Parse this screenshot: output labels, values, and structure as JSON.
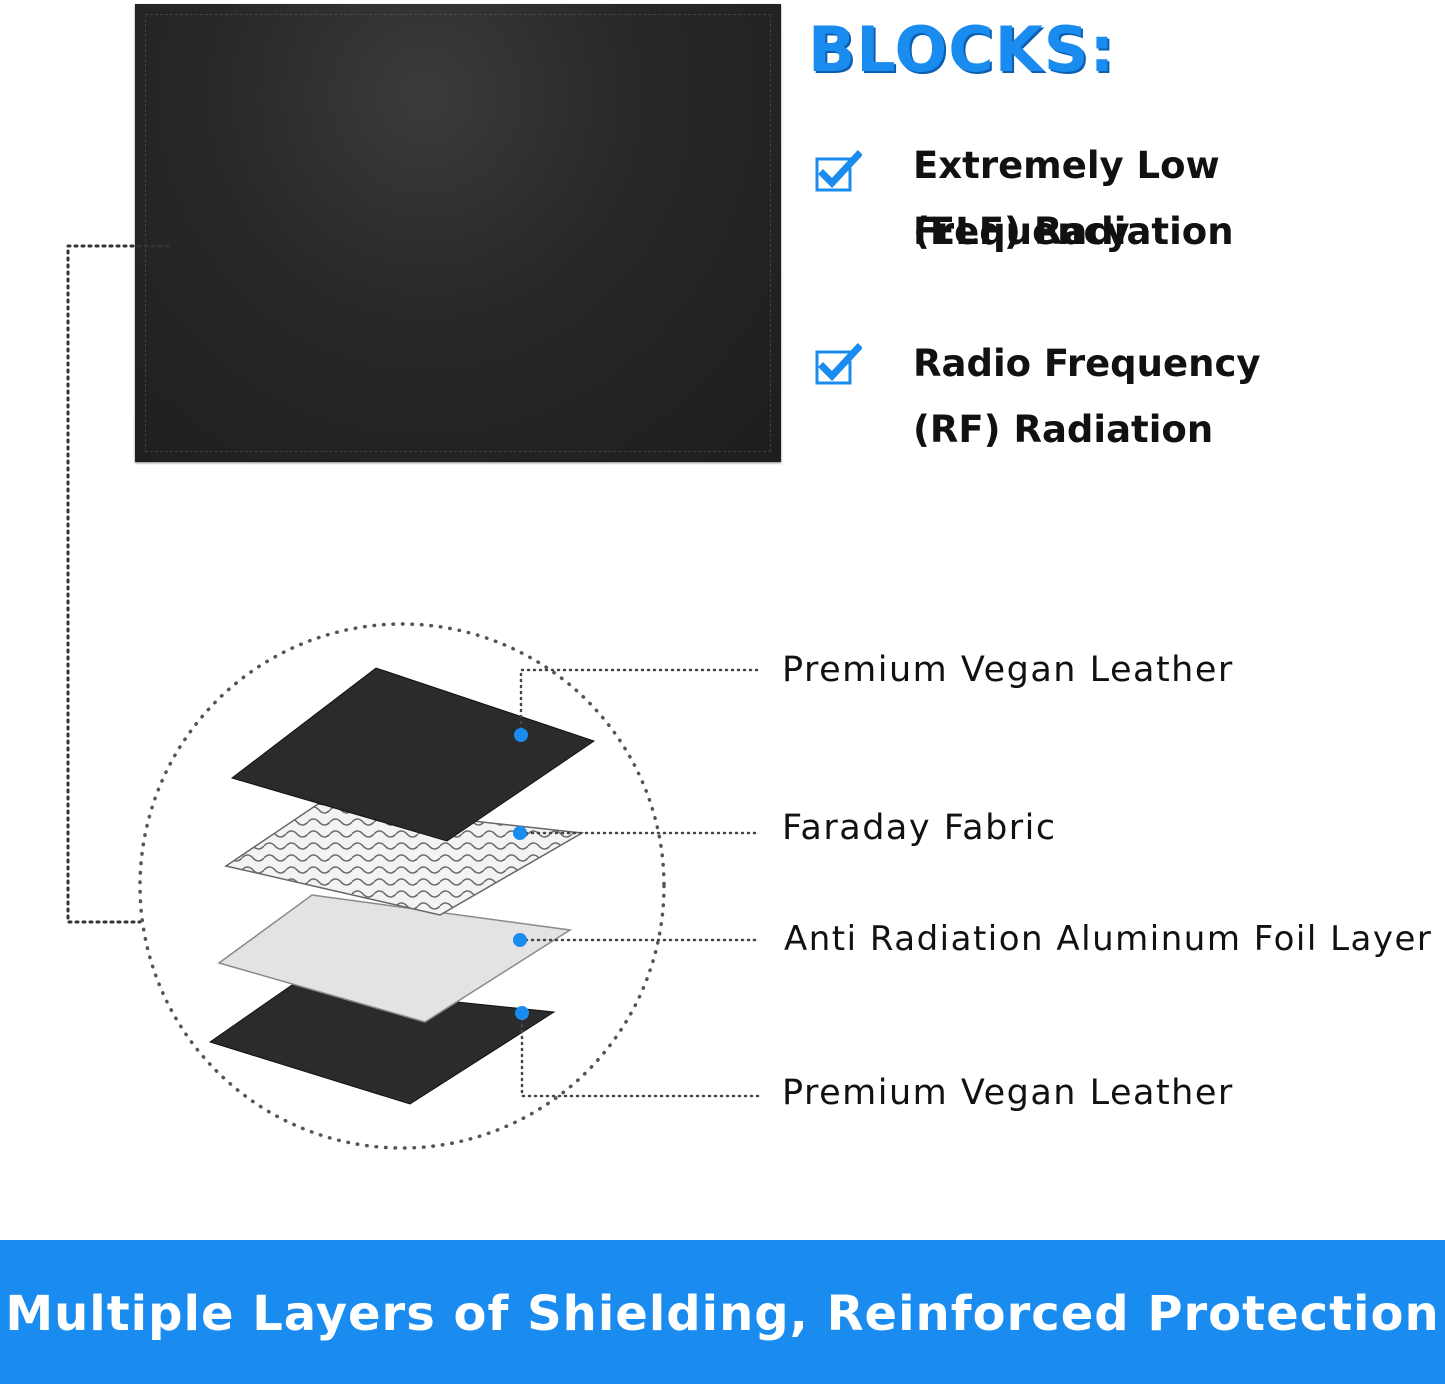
{
  "colors": {
    "accent_blue": "#1a8cf0",
    "leather_black": "#262728",
    "foil_gray": "#e2e2e2",
    "text_dark": "#111111"
  },
  "header": {
    "title": "BLOCKS:"
  },
  "features": [
    {
      "icon": "checkbox-checked-icon",
      "line1": "Extremely Low Frequency",
      "line2": "(ELF) Radiation"
    },
    {
      "icon": "checkbox-checked-icon",
      "line1": "Radio Frequency",
      "line2": "(RF) Radiation"
    }
  ],
  "layers": [
    {
      "label": "Premium Vegan Leather"
    },
    {
      "label": "Faraday Fabric"
    },
    {
      "label": "Anti Radiation Aluminum Foil Layer"
    },
    {
      "label": "Premium Vegan Leather"
    }
  ],
  "banner": {
    "text": "Multiple Layers of Shielding,  Reinforced Protection"
  }
}
